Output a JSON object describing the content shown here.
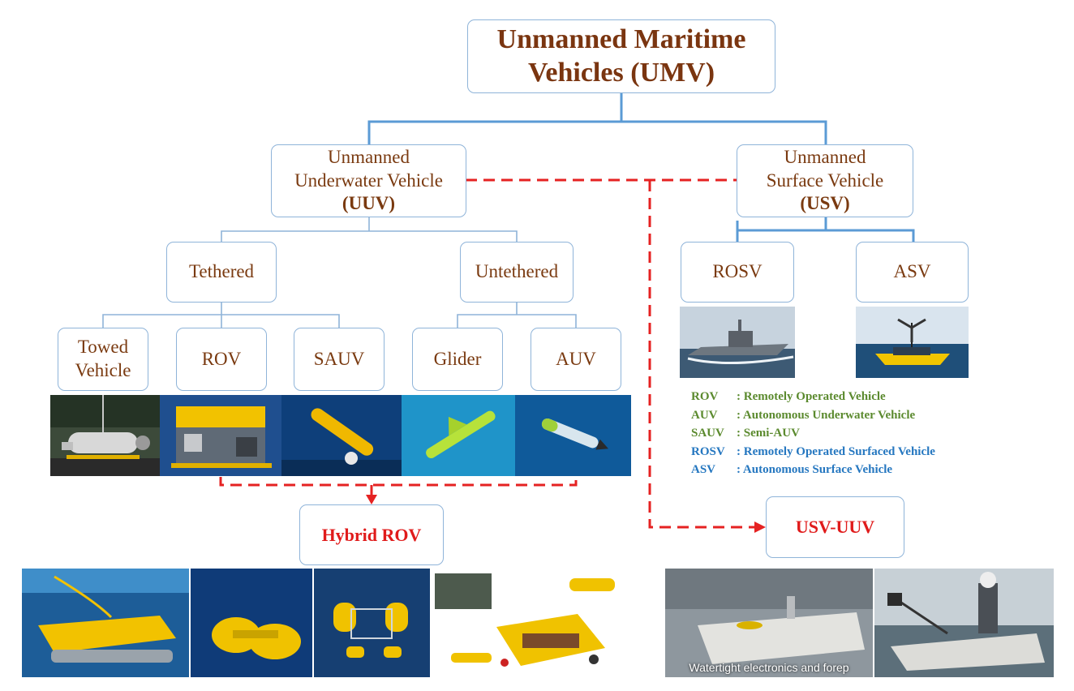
{
  "root": {
    "line1": "Unmanned Maritime",
    "line2": "Vehicles (UMV)"
  },
  "uuv": {
    "line1": "Unmanned",
    "line2": "Underwater Vehicle",
    "abbr": "(UUV)"
  },
  "usv": {
    "line1": "Unmanned",
    "line2": "Surface Vehicle",
    "abbr": "(USV)"
  },
  "tethered": "Tethered",
  "untethered": "Untethered",
  "rosv": "ROSV",
  "asv": "ASV",
  "leaves": {
    "towed_line1": "Towed",
    "towed_line2": "Vehicle",
    "rov": "ROV",
    "sauv": "SAUV",
    "glider": "Glider",
    "auv": "AUV"
  },
  "hybrid": "Hybrid ROV",
  "usv_uuv": "USV-UUV",
  "legend": [
    {
      "abbr": "ROV",
      "text": ": Remotely Operated Vehicle",
      "color": "#5b8a2e"
    },
    {
      "abbr": "AUV",
      "text": ": Autonomous Underwater Vehicle",
      "color": "#5b8a2e"
    },
    {
      "abbr": "SAUV",
      "text": ": Semi-AUV",
      "color": "#5b8a2e"
    },
    {
      "abbr": "ROSV",
      "text": ": Remotely Operated Surfaced Vehicle",
      "color": "#2577c0"
    },
    {
      "abbr": "ASV",
      "text": ": Autonomous Surface Vehicle",
      "color": "#2577c0"
    }
  ],
  "photo_captions": {
    "usv_uuv_video": "Watertight electronics and forep"
  },
  "colors": {
    "connector_blue": "#5b9bd5",
    "dashed_red": "#e52222",
    "node_text": "#7a3a10"
  }
}
